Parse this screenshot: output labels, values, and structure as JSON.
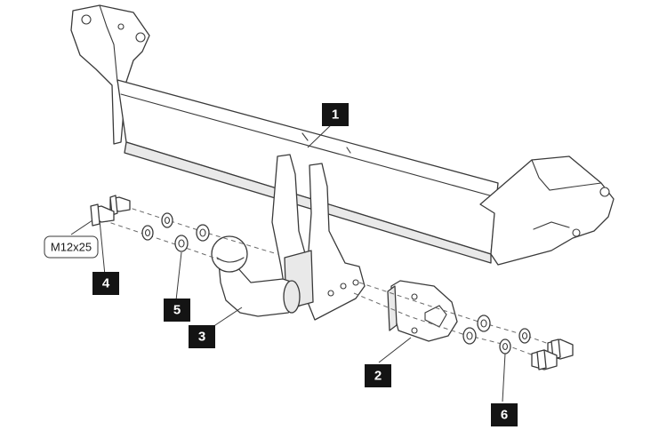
{
  "callouts": [
    {
      "id": "part-1",
      "label": "1"
    },
    {
      "id": "part-2",
      "label": "2"
    },
    {
      "id": "part-3",
      "label": "3"
    },
    {
      "id": "part-4",
      "label": "4"
    },
    {
      "id": "part-5",
      "label": "5"
    },
    {
      "id": "part-6",
      "label": "6"
    }
  ],
  "bolt_spec": "M12x25",
  "colors": {
    "line": "#3a3a3a",
    "badge": "#141414",
    "badge_text": "#ffffff",
    "background": "#ffffff"
  }
}
